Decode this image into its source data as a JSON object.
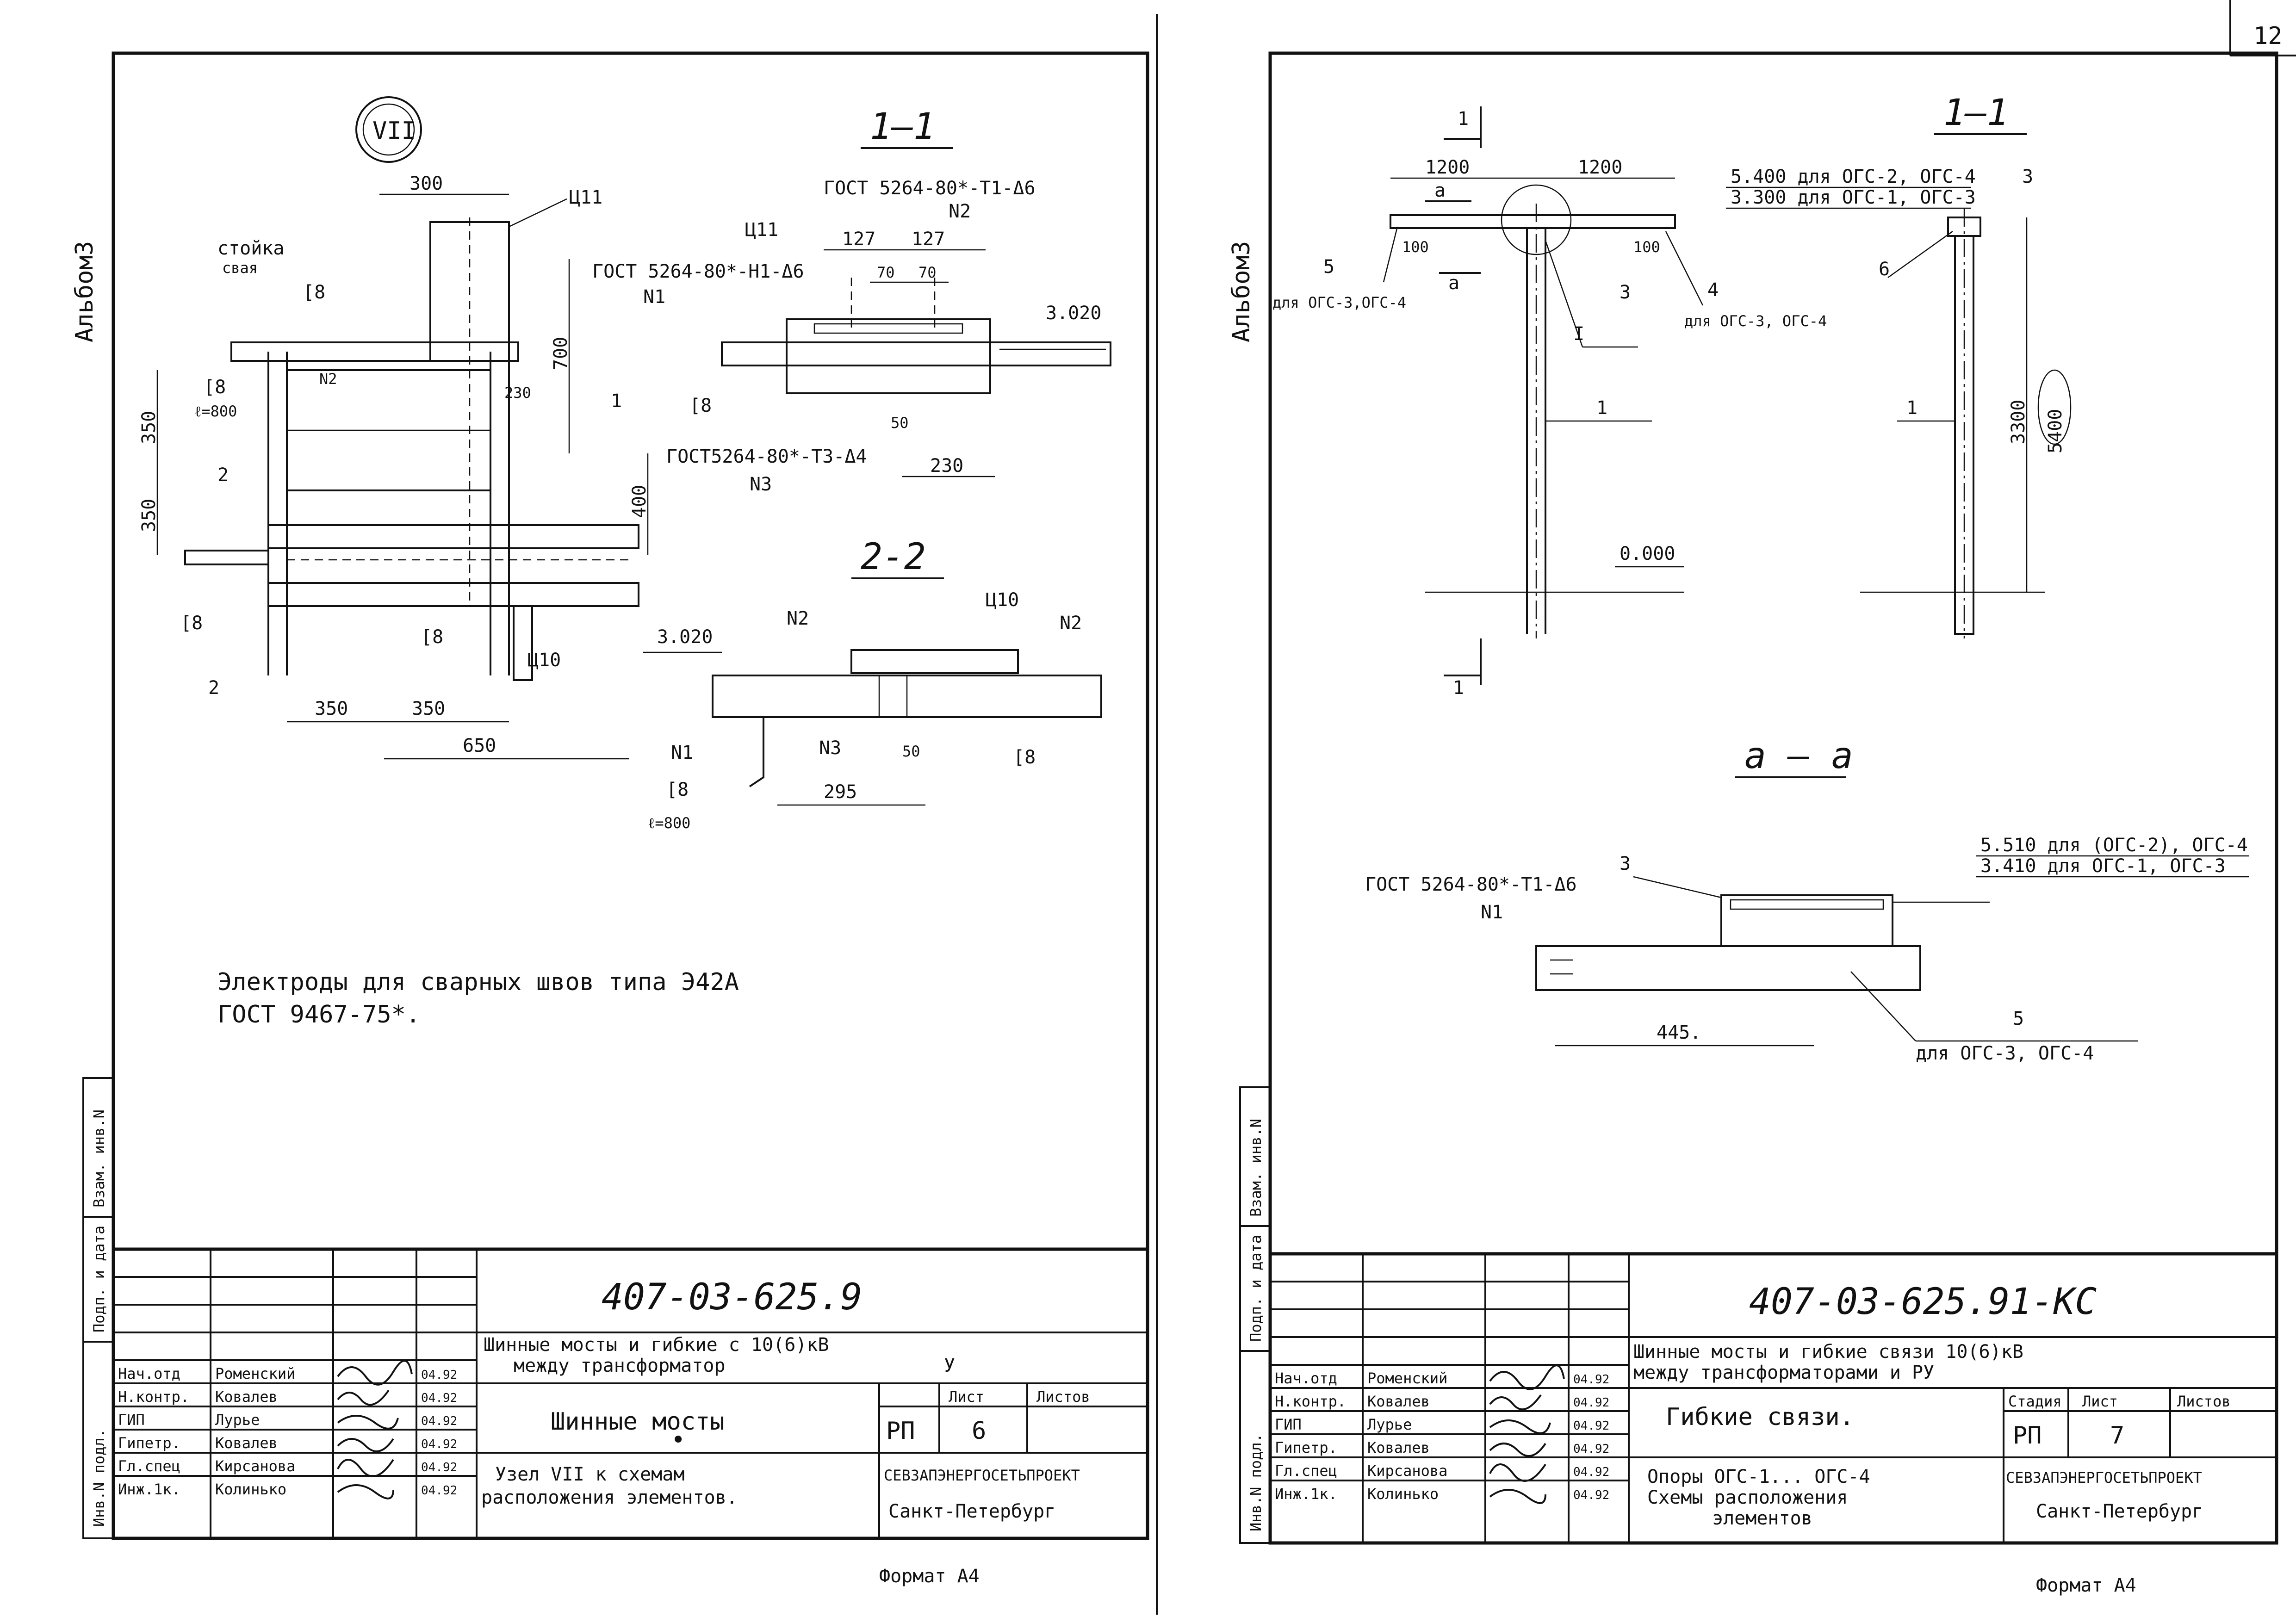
{
  "page_number": "12",
  "left": {
    "album_label": "Альбом3",
    "node_label": "VII",
    "labels": {
      "stoyka": "стойка",
      "svaya": "свая",
      "e8": "[8",
      "e8_800": "[8",
      "l800": "ℓ=800",
      "n2": "N2",
      "u11": "Ц11",
      "u10": "Ц10",
      "sec1": "1",
      "sec2": "2"
    },
    "dims": {
      "d300": "300",
      "d350": "350",
      "d350b": "350",
      "d700": "700",
      "d400": "400",
      "d230": "230",
      "d350c": "350",
      "d350d": "350",
      "d650": "650"
    },
    "section_11": {
      "title": "1—1",
      "gost_t1": "ГОСТ 5264-80*-Т1-Δ6",
      "n2": "N2",
      "u11": "Ц11",
      "d127a": "127",
      "d127b": "127",
      "d70a": "70",
      "d70b": "70",
      "gost_h1": "ГОСТ 5264-80*-Н1-Δ6",
      "n1": "N1",
      "e8": "[8",
      "level": "3.020",
      "d50": "50",
      "gost_t3": "ГОСТ5264-80*-Т3-Δ4",
      "n3": "N3",
      "d230": "230"
    },
    "section_22": {
      "title": "2-2",
      "level": "3.020",
      "n2a": "N2",
      "u10": "Ц10",
      "n2b": "N2",
      "n1": "N1",
      "n3": "N3",
      "d50": "50",
      "e8a": "[8",
      "e8b": "[8",
      "l800": "ℓ=800",
      "d295": "295"
    },
    "note_line1": "Электроды для сварных швов типа Э42А",
    "note_line2": "ГОСТ 9467-75*.",
    "side_stamp": [
      "Инв.N подл.",
      "Подп. и дата",
      "Взам. инв.N"
    ],
    "title_block": {
      "code": "407-03-625.9",
      "project": "Шинные мосты и гибкие с 10(6)кВ",
      "project2": "между трансформатор",
      "project3": "У",
      "sheet_title": "Шинные мосты",
      "dot": "•",
      "drawing_title1": "Узел VII к схемам",
      "drawing_title2": "расположения элементов.",
      "hdr_list": "Лист",
      "hdr_listov": "Листов",
      "stage": "РП",
      "sheet": "6",
      "org": "СЕВЗАПЭНЕРГОСЕТЬПРОЕКТ",
      "city": "Санкт-Петербург",
      "format": "Формат А4",
      "people": [
        {
          "role": "Нач.отд",
          "name": "Роменский",
          "date": "04.92"
        },
        {
          "role": "Н.контр.",
          "name": "Ковалев",
          "date": "04.92"
        },
        {
          "role": "ГИП",
          "name": "Лурье",
          "date": "04.92"
        },
        {
          "role": "Гипетр.",
          "name": "Ковалев",
          "date": "04.92"
        },
        {
          "role": "Гл.спец",
          "name": "Кирсанова",
          "date": "04.92"
        },
        {
          "role": "Инж.1к.",
          "name": "Колинько",
          "date": "04.92"
        }
      ]
    }
  },
  "right": {
    "album_label": "Альбом3",
    "sec_marker": "1",
    "sec_marker_b": "1",
    "d1200a": "1200",
    "d1200b": "1200",
    "a_marker": "а",
    "a_marker_b": "а",
    "d100a": "100",
    "d100b": "100",
    "lbl5": "5",
    "for_ogs34": "для ОГС-3,ОГС-4",
    "lbl3": "3",
    "lblI": "I",
    "lbl4": "4",
    "for_ogs34b": "для ОГС-3, ОГС-4",
    "lbl1a": "1",
    "level_0": "0.000",
    "section_11": {
      "title": "1—1",
      "level_5400": "5.400 для ОГС-2, ОГС-4",
      "level_3300": "3.300 для ОГС-1, ОГС-3",
      "lbl3": "3",
      "lbl6": "6",
      "lbl1": "1",
      "d3300": "3300",
      "d5400": "5400"
    },
    "section_aa": {
      "title": "а — а",
      "level_5510": "5.510 для (ОГС-2), ОГС-4",
      "level_3410": "3.410 для ОГС-1, ОГС-3",
      "gost": "ГОСТ 5264-80*-Т1-Δ6",
      "n1": "N1",
      "lbl3": "3",
      "d445": "445.",
      "lbl5": "5",
      "for_ogs34": "для ОГС-3, ОГС-4"
    },
    "side_stamp": [
      "Инв.N подл.",
      "Подп. и дата",
      "Взам. инв.N"
    ],
    "title_block": {
      "code": "407-03-625.91-КС",
      "project": "Шинные мосты и гибкие связи 10(6)кВ",
      "project2": "между трансформаторами и РУ",
      "sheet_title": "Гибкие связи.",
      "drawing_title1": "Опоры ОГС-1... ОГС-4",
      "drawing_title2": "Схемы расположения",
      "drawing_title3": "элементов",
      "hdr_stage": "Стадия",
      "hdr_list": "Лист",
      "hdr_listov": "Листов",
      "stage": "РП",
      "sheet": "7",
      "org": "СЕВЗАПЭНЕРГОСЕТЬПРОЕКТ",
      "city": "Санкт-Петербург",
      "format": "Формат А4",
      "people": [
        {
          "role": "Нач.отд",
          "name": "Роменский",
          "date": "04.92"
        },
        {
          "role": "Н.контр.",
          "name": "Ковалев",
          "date": "04.92"
        },
        {
          "role": "ГИП",
          "name": "Лурье",
          "date": "04.92"
        },
        {
          "role": "Гипетр.",
          "name": "Ковалев",
          "date": "04.92"
        },
        {
          "role": "Гл.спец",
          "name": "Кирсанова",
          "date": "04.92"
        },
        {
          "role": "Инж.1к.",
          "name": "Колинько",
          "date": "04.92"
        }
      ]
    }
  }
}
